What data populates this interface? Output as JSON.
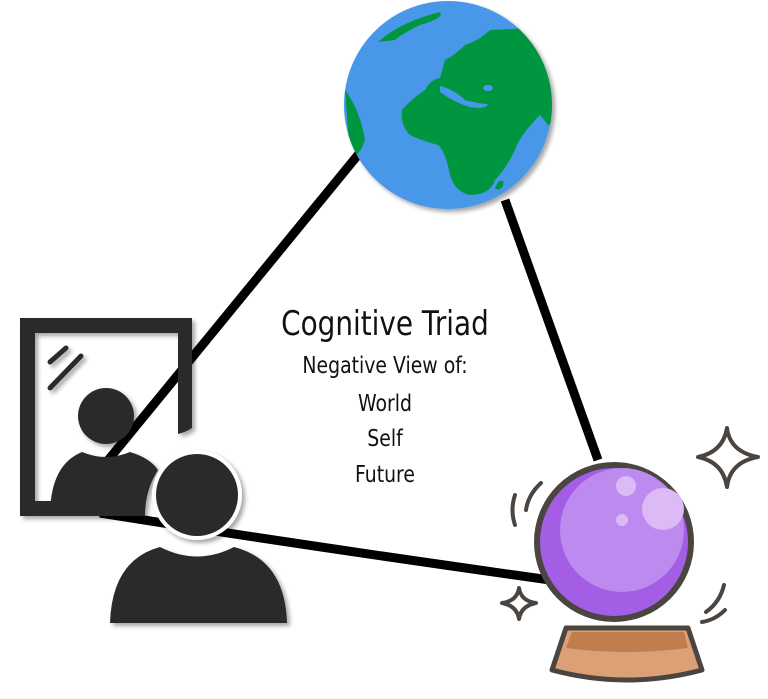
{
  "diagram": {
    "title": "Cognitive Triad",
    "subtitle": "Negative View of:",
    "items": [
      "World",
      "Self",
      "Future"
    ],
    "nodes": [
      {
        "name": "world",
        "icon": "globe-icon"
      },
      {
        "name": "self",
        "icon": "person-mirror-icon"
      },
      {
        "name": "future",
        "icon": "crystal-ball-icon"
      }
    ],
    "colors": {
      "ocean": "#4a97e8",
      "land": "#009640",
      "ball": "#a45ee5",
      "ball_light": "#bd8af0",
      "stand": "#dba075",
      "figure": "#2b2b2b",
      "edge": "#000000"
    }
  }
}
